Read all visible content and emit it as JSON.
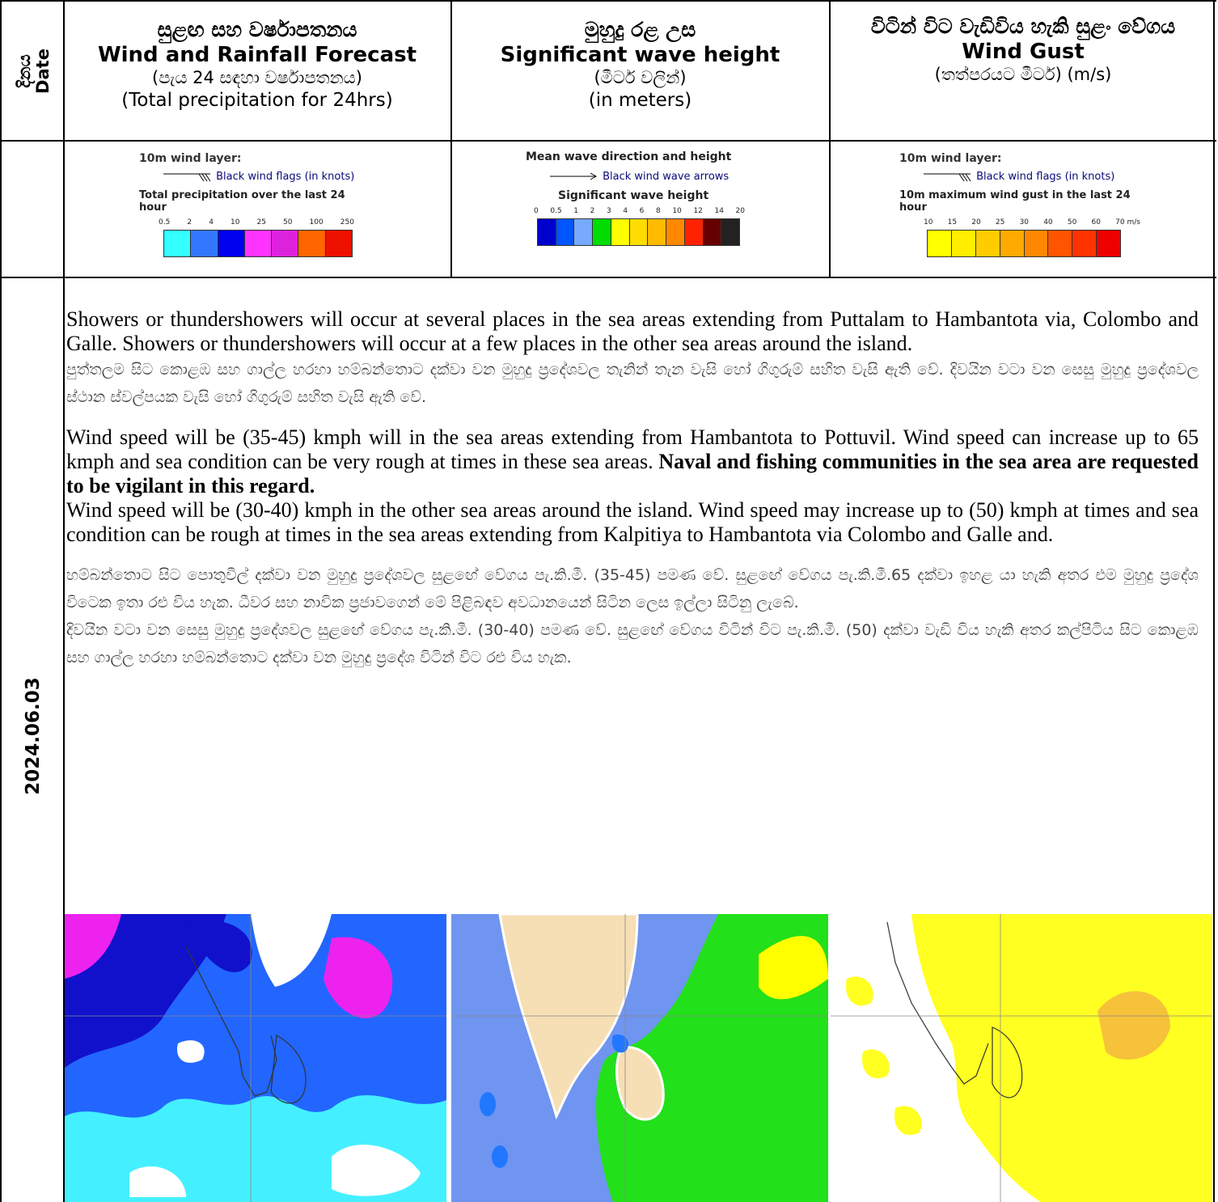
{
  "header": {
    "date_si": "දිනය",
    "date_en": "Date",
    "col1": {
      "title_si": "සුළඟ සහ වර්ෂාපතනය",
      "title_en": "Wind and Rainfall Forecast",
      "sub_si": "(පැය 24 සඳහා වර්ෂාපතනය)",
      "sub_en": "(Total precipitation for 24hrs)"
    },
    "col2": {
      "title_si": "මුහුදු රළ උස",
      "title_en": "Significant wave height",
      "sub_si": "(මීටර් වලින්)",
      "sub_en": "(in meters)"
    },
    "col3": {
      "title_si": "විටින් විට වැඩිවිය හැකි සුළං වේගය",
      "title_en": "Wind Gust",
      "sub": "(තත්පරයට මීටර්) (m/s)"
    }
  },
  "legends": {
    "rain": {
      "layer": "10m wind layer:",
      "flags": "Black wind flags (in knots)",
      "title": "Total precipitation over the last 24 hour",
      "ticks": [
        "0.5",
        "2",
        "4",
        "10",
        "25",
        "50",
        "100",
        "250"
      ],
      "colors": [
        "#33ffff",
        "#3377ff",
        "#0000ee",
        "#ff33ff",
        "#dd22dd",
        "#ff6600",
        "#ee1100"
      ]
    },
    "wave": {
      "title": "Mean wave direction and height",
      "arrows": "Black wind wave arrows",
      "subtitle": "Significant wave height",
      "ticks": [
        "0",
        "0.5",
        "1",
        "2",
        "3",
        "4",
        "6",
        "8",
        "10",
        "12",
        "14",
        "20"
      ],
      "colors": [
        "#0000cc",
        "#0055ff",
        "#77aaff",
        "#00dd00",
        "#ffff00",
        "#ffdd00",
        "#ffbb00",
        "#ff8800",
        "#ff2200",
        "#660000",
        "#222222"
      ]
    },
    "gust": {
      "layer": "10m wind layer:",
      "flags": "Black wind flags (in knots)",
      "title": "10m maximum wind gust in the last 24 hour",
      "ticks": [
        "10",
        "15",
        "20",
        "25",
        "30",
        "40",
        "50",
        "60",
        "70 m/s"
      ],
      "colors": [
        "#ffff00",
        "#ffee00",
        "#ffcc00",
        "#ffaa00",
        "#ff8800",
        "#ff5500",
        "#ff3300",
        "#ee0000"
      ]
    }
  },
  "forecast": {
    "date": "2024.06.03",
    "p1_en": "Showers or thundershowers will occur at several places in the sea areas extending from Puttalam to Hambantota via, Colombo and Galle. Showers or thundershowers will occur at a few places in the other sea areas around the island.",
    "p1_si": "පුත්තලම සිට කොළඹ සහ ගාල්ල හරහා හම්බන්තොට දක්වා වන මුහුදු ප්‍රදේශවල තැනින් තැන වැසි හෝ ගිගුරුම් සහිත වැසි ඇති වේ. දිවයින වටා වන සෙසු මුහුදු ප්‍රදේශවල ස්ථාන ස්වල්පයක වැසි හෝ ගිගුරුම් සහිත වැසි ඇති වේ.",
    "p2_en": "Wind speed will be (35-45) kmph will in the sea areas extending from Hambantota to Pottuvil. Wind speed can increase up to 65 kmph and sea condition can be very rough at times in these sea areas.",
    "p2_en_bold": "Naval and fishing communities in the sea area are requested to be vigilant in this regard.",
    "p3_en": "Wind speed will be (30-40) kmph in the other sea areas around the island. Wind speed may increase up to (50) kmph at times and sea condition can be rough at times in the sea areas extending from Kalpitiya to Hambantota via Colombo and Galle and.",
    "p2_si": "හම්බන්තොට සිට පොතුවිල් දක්වා වන මුහුදු ප්‍රදේශවල සුළඟේ වේගය පැ.කි.මී. (35-45) පමණ වේ. සුළඟේ වේගය පැ.කි.මී.65 දක්වා ඉහළ යා හැකි අතර එම මුහුදු ප්‍රදේශ විටෙක ඉතා රළු විය හැක. ධීවර සහ නාවික ප්‍රජාවගෙන් මේ පිළිබඳව අවධානයෙන් සිටින ලෙස ඉල්ලා සිටිනු ලැබේ.",
    "p3_si": "දිවයින වටා වන සෙසු මුහුදු ප්‍රදේශවල සුළඟේ වේගය පැ.කි.මී. (30-40) පමණ වේ. සුළඟේ වේගය විටින් විට පැ.කි.මී. (50) දක්වා වැඩි විය හැකි අතර කල්පිටිය සිට කොළඹ සහ ගාල්ල හරහා හම්බන්තොට දක්වා වන මුහුදු ප්‍රදේශ විටින් විට රළු විය හැක."
  }
}
